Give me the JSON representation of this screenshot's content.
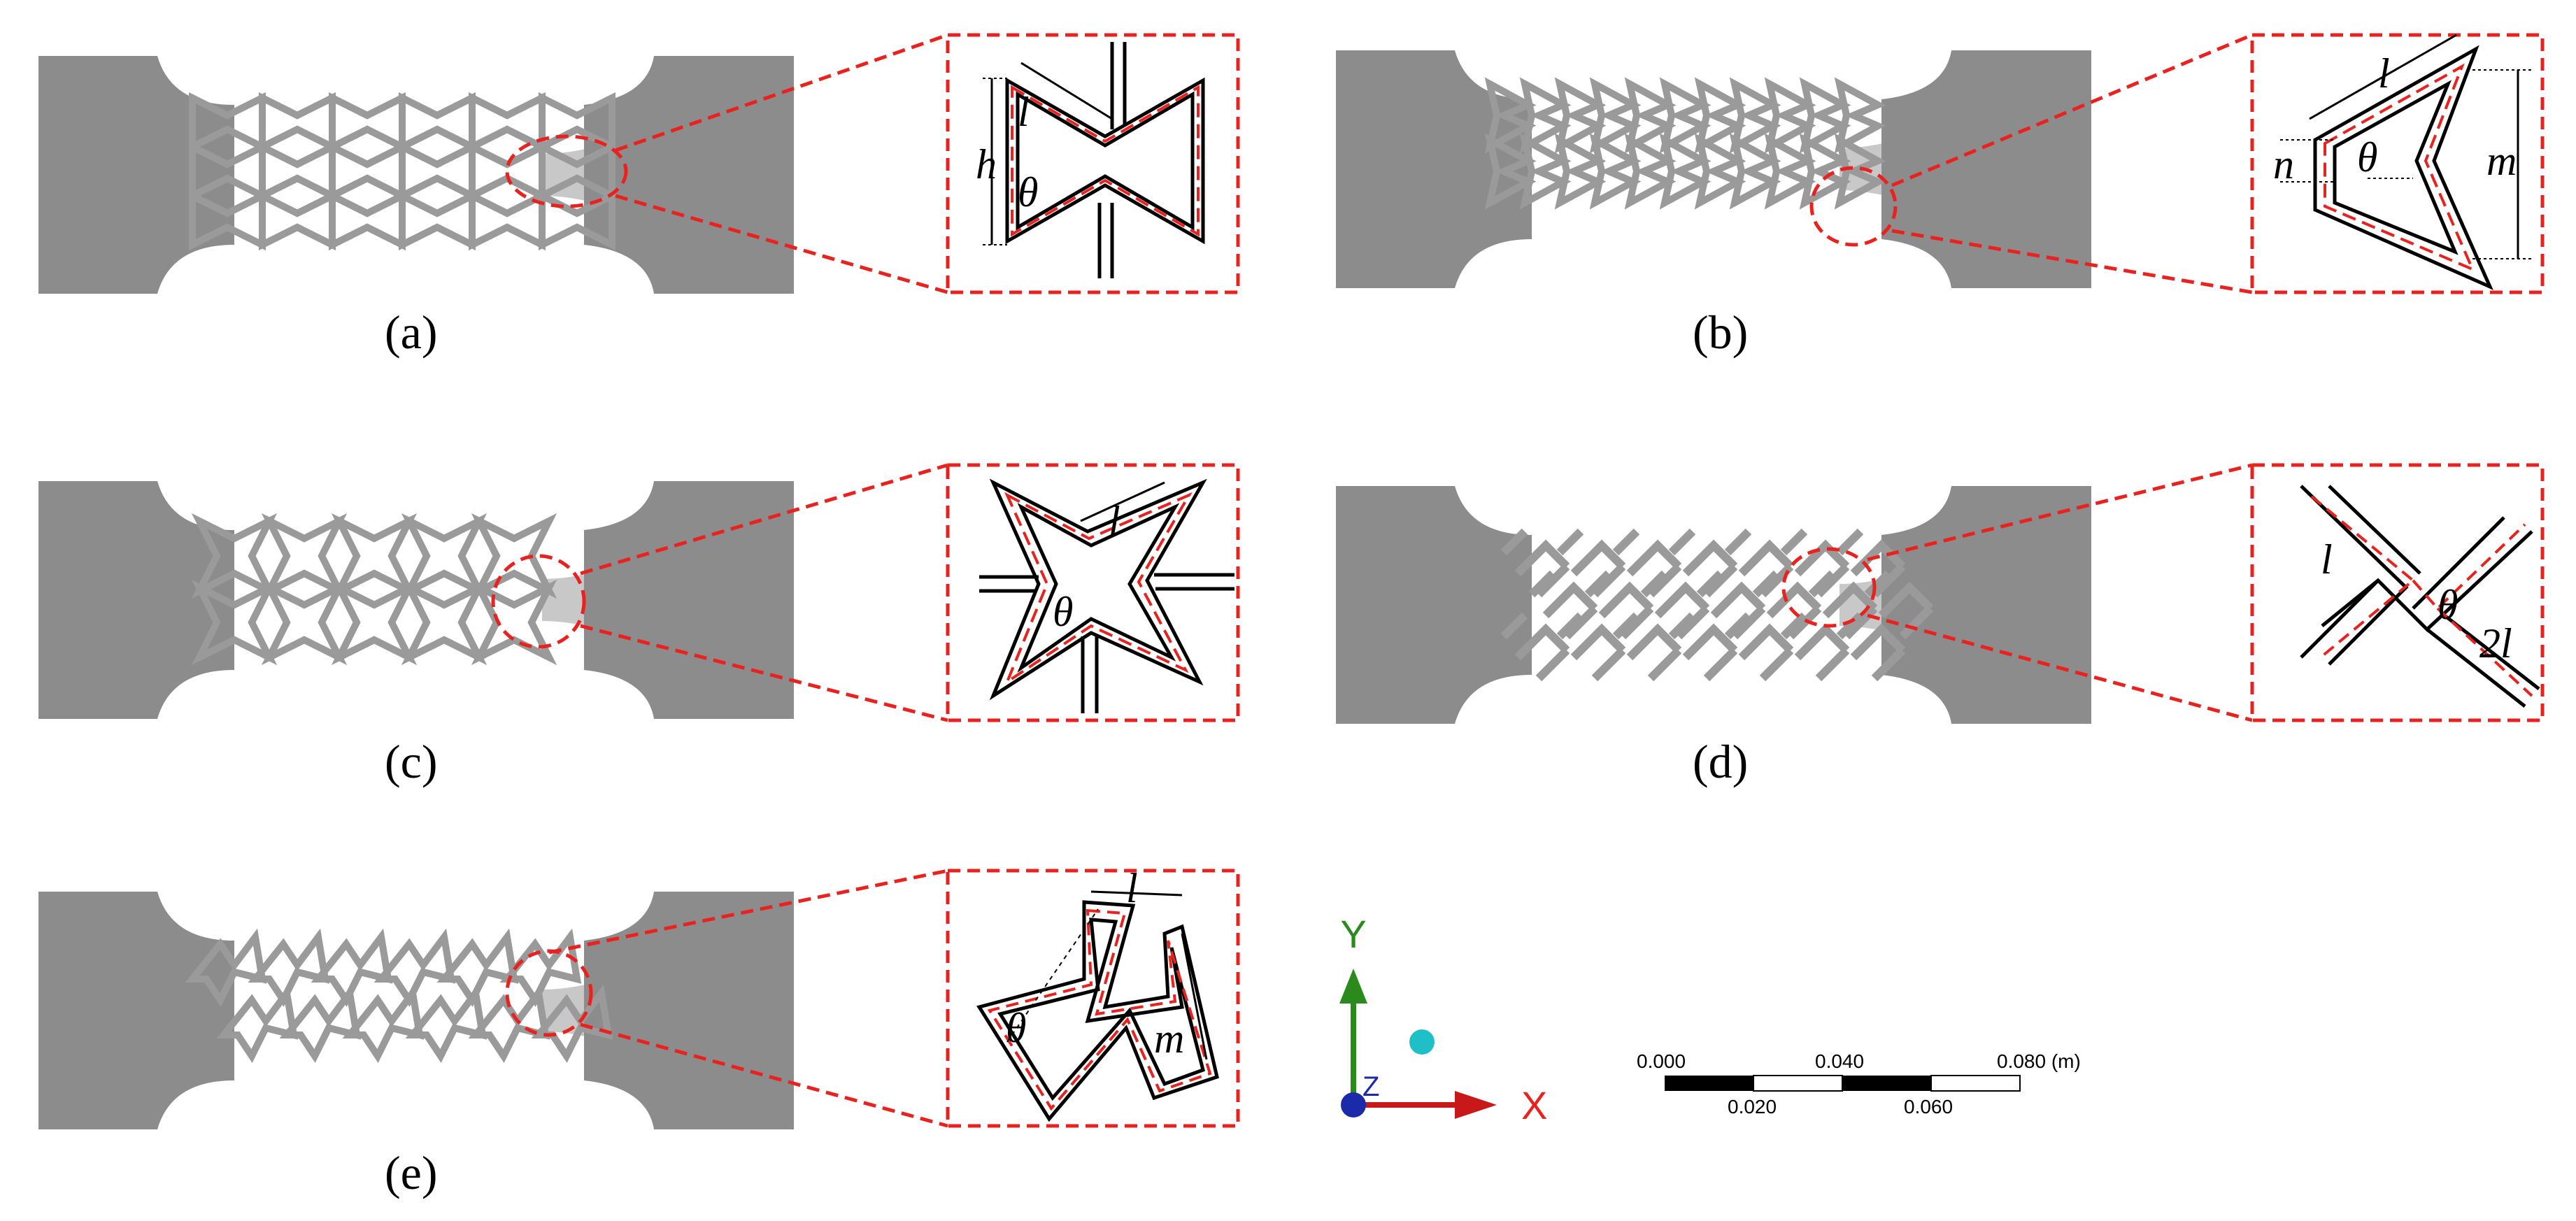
{
  "captions": {
    "a": "(a)",
    "b": "(b)",
    "c": "(c)",
    "d": "(d)",
    "e": "(e)"
  },
  "dims": {
    "a": {
      "l": "l",
      "h": "h",
      "theta": "θ"
    },
    "b": {
      "l": "l",
      "n": "n",
      "m": "m",
      "theta": "θ"
    },
    "c": {
      "l": "l",
      "theta": "θ"
    },
    "d": {
      "l": "l",
      "two_l": "2l",
      "theta": "θ"
    },
    "e": {
      "l": "l",
      "m": "m",
      "theta": "θ"
    }
  },
  "triad": {
    "x_label": "X",
    "y_label": "Y",
    "z_label": "Z"
  },
  "scale_bar": {
    "top_labels": [
      "0.000",
      "0.040",
      "0.080 (m)"
    ],
    "bottom_labels": [
      "0.020",
      "0.060"
    ]
  },
  "colors": {
    "dark_gray": "#8c8c8c",
    "light_gray": "#c8c8c8",
    "lattice": "#9a9a9a",
    "red": "#e8231f",
    "x_axis": "#c8181a",
    "y_axis": "#2a8a1c",
    "z_axis": "#1a2aa8",
    "sphere": "#1fbfc8"
  }
}
